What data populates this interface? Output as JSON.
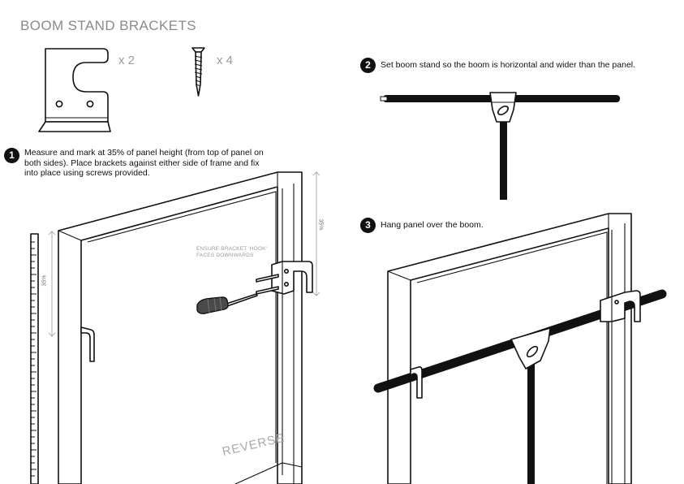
{
  "header": {
    "title": "BOOM STAND BRACKETS"
  },
  "parts": {
    "bracket_qty": "x 2",
    "screw_qty": "x 4"
  },
  "steps": [
    {
      "number": "1",
      "text": "Measure and mark at 35% of panel height (from top of panel on both sides). Place brackets against either side of frame and fix into place using screws provided."
    },
    {
      "number": "2",
      "text": "Set boom stand so the boom is horizontal and wider than the panel."
    },
    {
      "number": "3",
      "text": "Hang panel over the boom."
    }
  ],
  "labels": {
    "bracket_note": "ENSURE BRACKET 'HOOK' FACES DOWNWARDS",
    "reverse": "REVERSE",
    "pct_left": "35%",
    "pct_right": "35%"
  }
}
